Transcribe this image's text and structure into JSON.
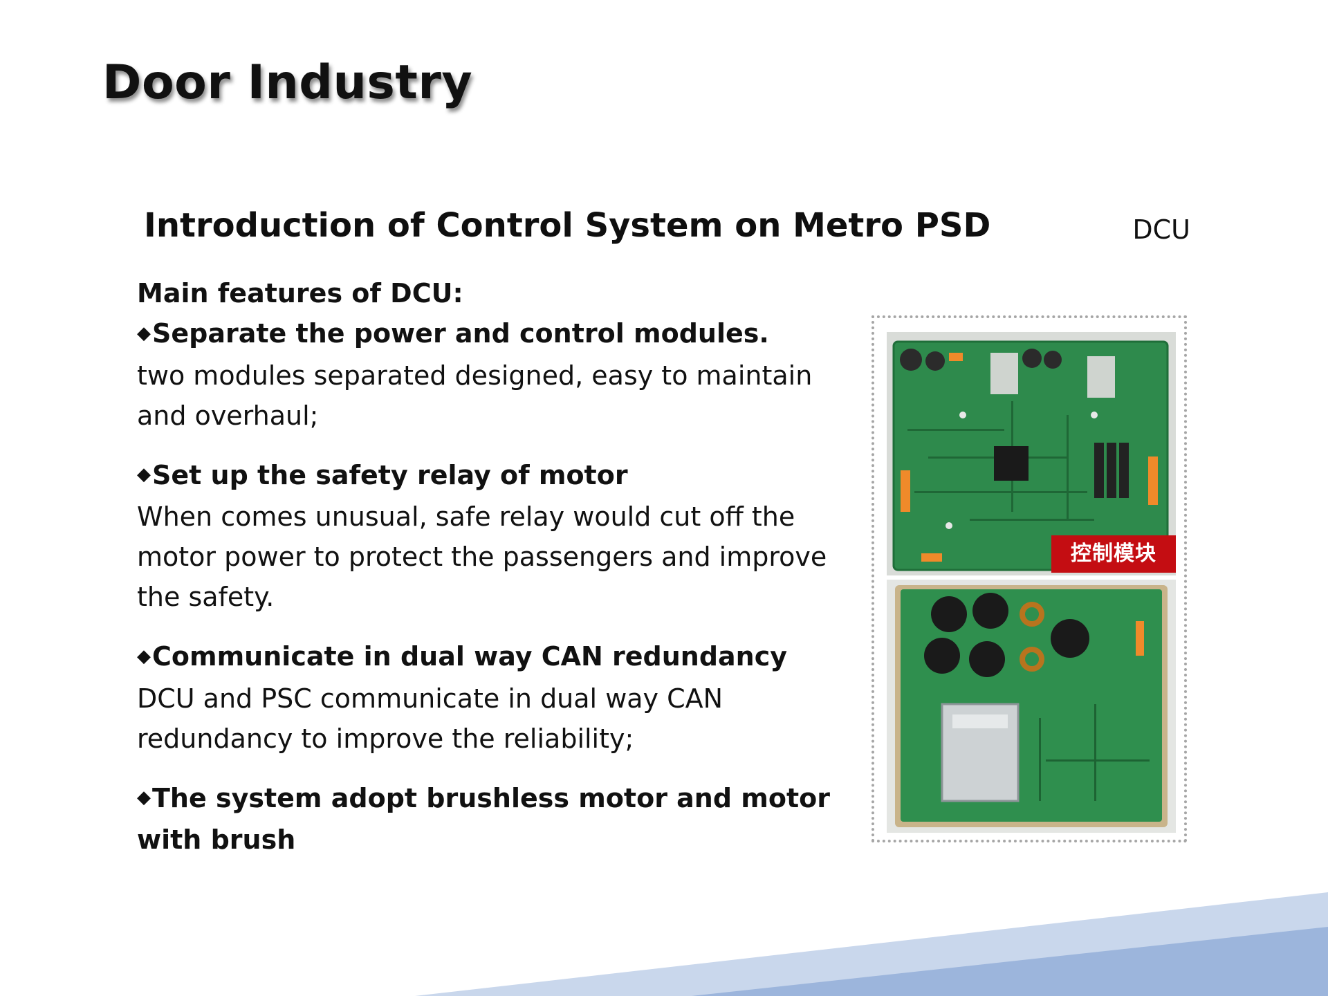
{
  "slide": {
    "title": "Door Industry",
    "subtitle": "Introduction of Control System on Metro PSD",
    "tag": "DCU"
  },
  "content": {
    "heading": "Main features of DCU:",
    "bullet_glyph": "◆",
    "features": [
      {
        "title": "Separate the power and control modules.",
        "description": "two modules separated designed, easy to maintain and overhaul;"
      },
      {
        "title": "Set up the safety relay of motor",
        "description": "When comes unusual, safe relay would cut off the motor power to protect the passengers and improve the safety."
      },
      {
        "title": "Communicate in dual way CAN redundancy",
        "description": "DCU and PSC communicate in dual way CAN redundancy to improve the reliability;"
      },
      {
        "title": "The system adopt brushless motor and motor with brush",
        "description": ""
      }
    ]
  },
  "image": {
    "label": "控制模块",
    "label_color": "#c40d12",
    "pcb_color": "#2f8f4e",
    "frame_color": "#a6a6a6"
  },
  "decor": {
    "wave_colors": [
      "#c9d7ec",
      "#9cb5dc"
    ]
  }
}
